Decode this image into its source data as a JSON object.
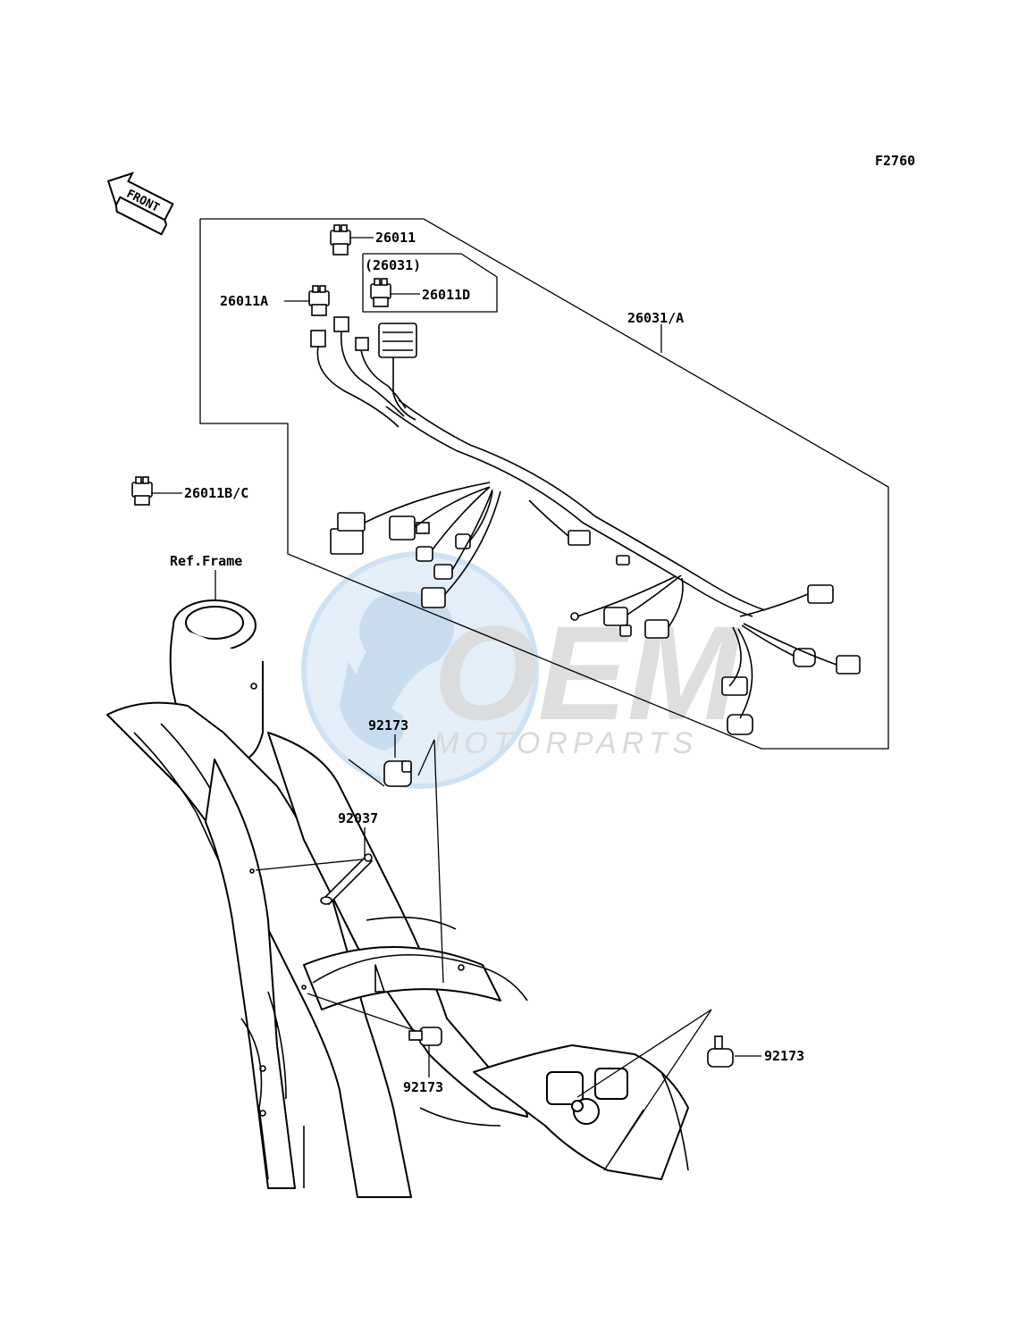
{
  "figure_code": "F2760",
  "direction_arrow": "FRONT",
  "callouts": {
    "harness_set": "26031/A",
    "connector_26011": "26011",
    "connector_26011A": "26011A",
    "group_label": "(26031)",
    "connector_26011D": "26011D",
    "connector_26011BC": "26011B/C",
    "ref_frame": "Ref.Frame",
    "bolt_upper": "92173",
    "clamp": "92037",
    "bolt_lower": "92173",
    "bolt_right": "92173"
  },
  "watermark": {
    "brand": "OEM",
    "tagline": "MOTORPARTS",
    "colors": {
      "globe": "#cfe2f3",
      "text": "#d9d9d9"
    }
  }
}
